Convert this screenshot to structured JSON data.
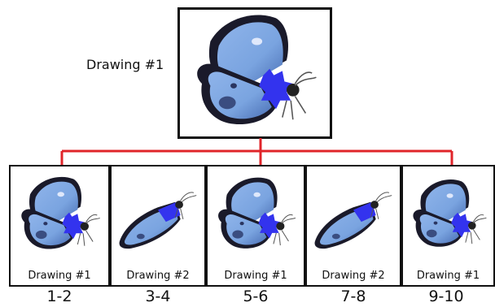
{
  "main": {
    "label": "Drawing #1"
  },
  "frames": [
    {
      "caption": "Drawing #1",
      "range": "1-2",
      "pose": "open"
    },
    {
      "caption": "Drawing #2",
      "range": "3-4",
      "pose": "folded"
    },
    {
      "caption": "Drawing #1",
      "range": "5-6",
      "pose": "open"
    },
    {
      "caption": "Drawing #2",
      "range": "7-8",
      "pose": "folded"
    },
    {
      "caption": "Drawing #1",
      "range": "9-10",
      "pose": "open"
    }
  ],
  "colors": {
    "connector": "#e0242a",
    "wing_light": "#8fb4ea",
    "wing_dark": "#1a1a2a",
    "accent": "#3333ee"
  }
}
